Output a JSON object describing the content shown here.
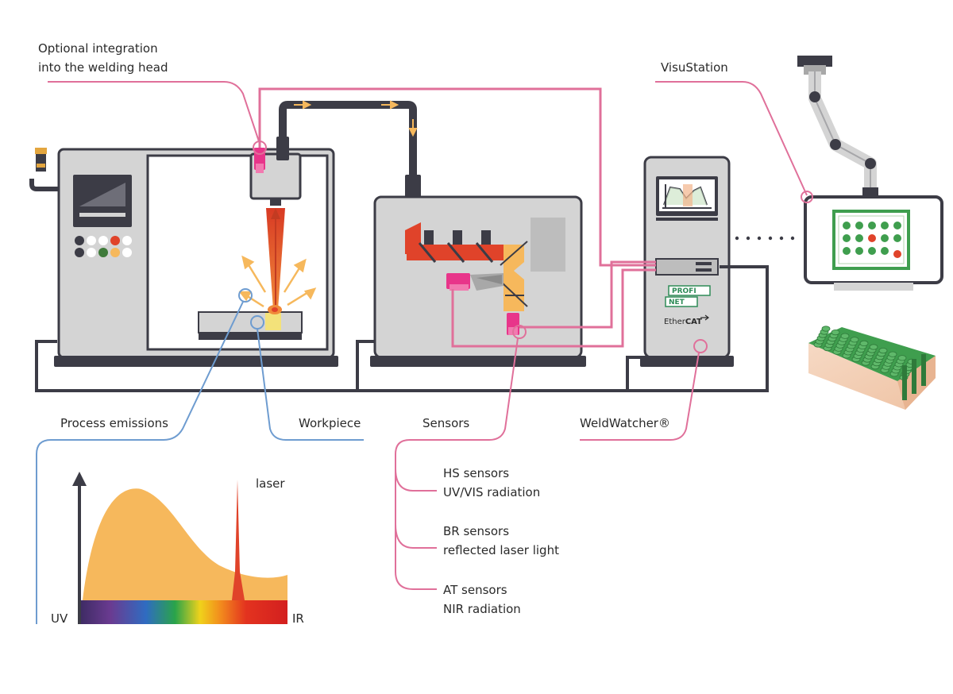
{
  "labels": {
    "optional_integration_line1": "Optional integration",
    "optional_integration_line2": "into the welding head",
    "visustation": "VisuStation",
    "process_emissions": "Process emissions",
    "workpiece": "Workpiece",
    "sensors": "Sensors",
    "weldwatcher": "WeldWatcher®"
  },
  "sensor_list": [
    {
      "name": "HS sensors",
      "radiation": "UV/VIS radiation"
    },
    {
      "name": "BR sensors",
      "radiation": "reflected laser light"
    },
    {
      "name": "AT sensors",
      "radiation": "NIR radiation"
    }
  ],
  "spectrum": {
    "left_label": "UV",
    "right_label": "IR",
    "peak_label": "laser"
  },
  "badges": {
    "profinet_top": "PROFI",
    "profinet_bottom": "NET",
    "ethercat_prefix": "Ether",
    "ethercat_suffix": "CAT"
  },
  "colors": {
    "machine_gray": "#d4d4d4",
    "dark_outline": "#3c3c46",
    "signal_pink": "#e0709a",
    "process_blue": "#6e9cd0",
    "laser_red": "#e0432a",
    "emission_orange": "#f6b85c",
    "battery_green": "#3f9e4e"
  }
}
